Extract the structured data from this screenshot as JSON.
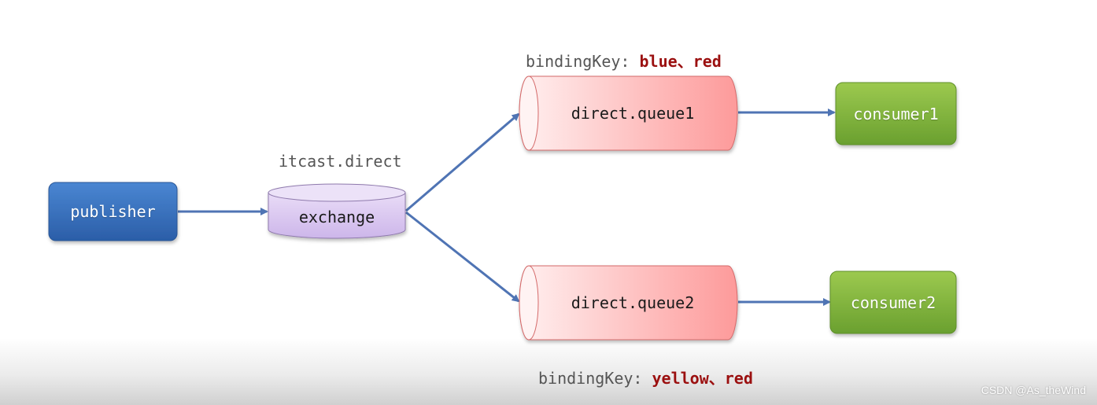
{
  "nodes": {
    "publisher": "publisher",
    "exchange": "exchange",
    "queue1": "direct.queue1",
    "queue2": "direct.queue2",
    "consumer1": "consumer1",
    "consumer2": "consumer2"
  },
  "labels": {
    "exchange_name": "itcast.direct",
    "binding_prefix": "bindingKey: ",
    "queue1_keys": "blue、red",
    "queue2_keys": "yellow、red"
  },
  "watermark": "CSDN @As_theWind",
  "colors": {
    "publisher": "#3a72be",
    "exchange": "#d9c8ee",
    "queue": "#fda0a0",
    "consumer": "#7fb33a",
    "arrow": "#4f74b4",
    "binding_key": "#9b1010"
  }
}
